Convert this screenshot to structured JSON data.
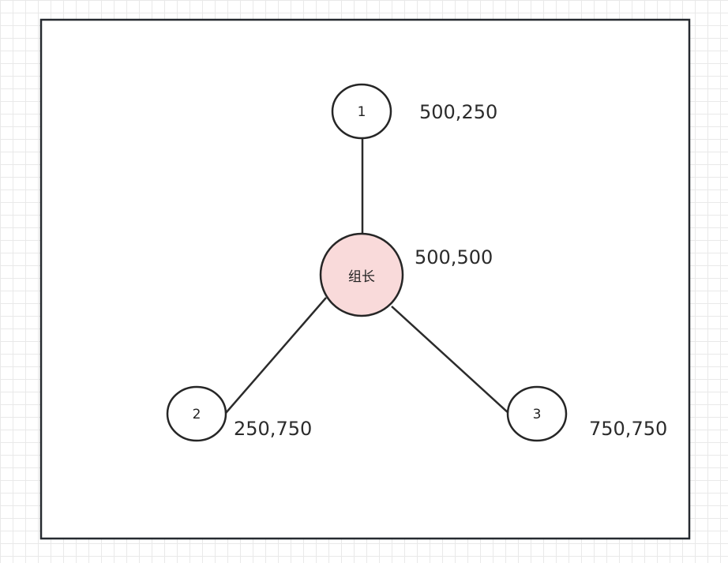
{
  "diagram": {
    "nodes": [
      {
        "id": "leader",
        "label": "组长",
        "coord_text": "500,500",
        "fill": "#f9dada"
      },
      {
        "id": "n1",
        "label": "1",
        "coord_text": "500,250",
        "fill": "#ffffff"
      },
      {
        "id": "n2",
        "label": "2",
        "coord_text": "250,750",
        "fill": "#ffffff"
      },
      {
        "id": "n3",
        "label": "3",
        "coord_text": "750,750",
        "fill": "#ffffff"
      }
    ],
    "edges": [
      {
        "from": "leader",
        "to": "n1"
      },
      {
        "from": "leader",
        "to": "n2"
      },
      {
        "from": "leader",
        "to": "n3"
      }
    ],
    "colors": {
      "leader_fill": "#f9dada",
      "stroke": "#262626",
      "frame_stroke": "#262a30",
      "grid": "#e9e9e9"
    }
  }
}
